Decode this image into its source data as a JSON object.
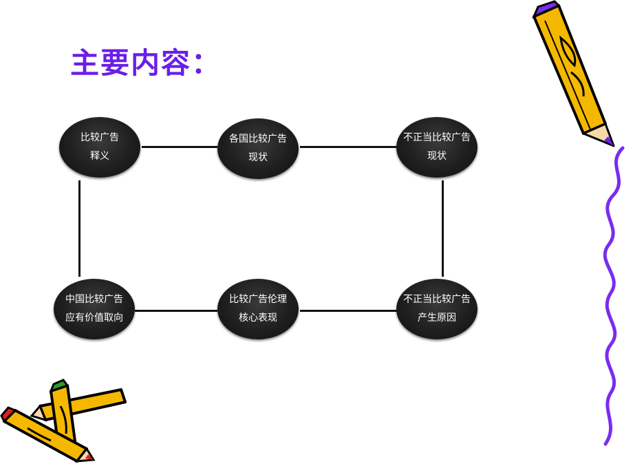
{
  "title": "主要内容：",
  "nodes": [
    {
      "line1": "比较广告",
      "line2": "释义"
    },
    {
      "line1": "各国比较广告",
      "line2": "现状"
    },
    {
      "line1": "不正当比较广告",
      "line2": "现状"
    },
    {
      "line1": "中国比较广告",
      "line2": "应有价值取向"
    },
    {
      "line1": "比较广告伦理",
      "line2": "核心表现"
    },
    {
      "line1": "不正当比较广告",
      "line2": "产生原因"
    }
  ],
  "decorations": [
    "pencil-icon",
    "crossed-pencils-icon",
    "squiggle-line"
  ],
  "colors": {
    "title": "#6a1ee8",
    "node": "#1f1f1f",
    "node_text": "#ffffff",
    "pencil": "#f5b800",
    "squiggle": "#7a2cf0"
  }
}
